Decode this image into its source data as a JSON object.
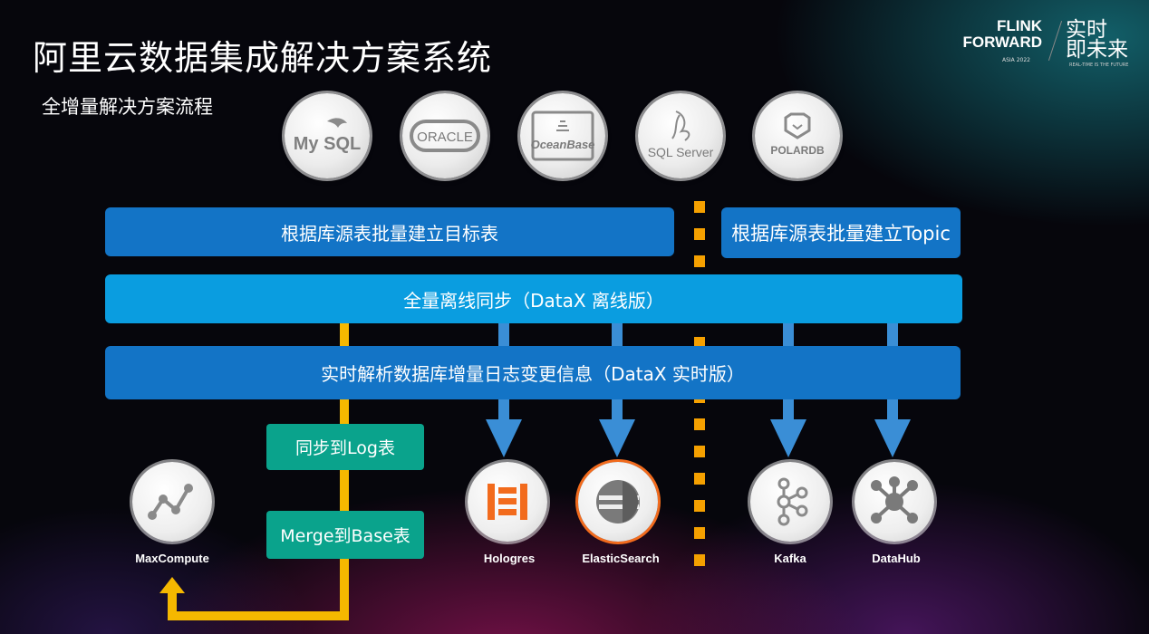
{
  "slide": {
    "title": "阿里云数据集成解决方案系统",
    "subtitle": "全增量解决方案流程"
  },
  "brand": {
    "line1": "FLINK",
    "line2": "FORWARD",
    "line3": "ASIA 2022",
    "cn1": "实时",
    "cn2": "即未来",
    "tagline": "REAL-TIME IS THE FUTURE"
  },
  "sources": [
    {
      "name": "My SQL",
      "icon": "mysql-logo"
    },
    {
      "name": "ORACLE",
      "icon": "oracle-logo"
    },
    {
      "name": "OceanBase",
      "icon": "oceanbase-logo"
    },
    {
      "name": "SQL Server",
      "icon": "sqlserver-logo"
    },
    {
      "name": "POLARDB",
      "icon": "polardb-logo"
    }
  ],
  "steps": {
    "create_table": "根据库源表批量建立目标表",
    "create_topic": "根据库源表批量建立Topic",
    "full_sync": "全量离线同步（DataX 离线版）",
    "incremental": "实时解析数据库增量日志变更信息（DataX 实时版）",
    "sync_log": "同步到Log表",
    "merge_base": "Merge到Base表"
  },
  "targets": [
    {
      "name": "MaxCompute",
      "icon": "maxcompute-icon"
    },
    {
      "name": "Hologres",
      "icon": "hologres-icon"
    },
    {
      "name": "ElasticSearch",
      "icon": "elasticsearch-icon"
    },
    {
      "name": "Kafka",
      "icon": "kafka-icon"
    },
    {
      "name": "DataHub",
      "icon": "datahub-icon"
    }
  ],
  "colors": {
    "dark_bar": "#1374c6",
    "light_bar": "#0a9de0",
    "green_box": "#0aa38c",
    "flow_yellow": "#f5b800",
    "divider_orange": "#f5a000",
    "arrow_blue": "#3a8ed6"
  }
}
